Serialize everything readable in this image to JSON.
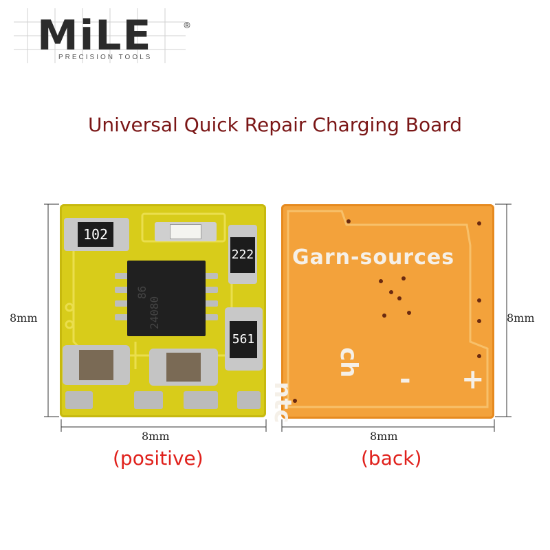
{
  "logo": {
    "name": "MiLE",
    "tagline": "PRECISION   TOOLS",
    "registered": "®"
  },
  "title": "Universal Quick Repair Charging Board",
  "dimensions": {
    "front_height": "8mm",
    "front_width": "8mm",
    "back_width": "8mm",
    "back_height": "8mm"
  },
  "captions": {
    "front": "(positive)",
    "back": "(back)"
  },
  "front_board": {
    "resistor_top": "102",
    "resistor_right": "222",
    "resistor_bottom": "561",
    "chip_line1": "86",
    "chip_line2": "24080"
  },
  "back_board": {
    "silkscreen_brand": "Garn-sources",
    "label_ntc": "ntc",
    "label_ch": "ch",
    "label_minus": "-",
    "label_plus": "+"
  },
  "colors": {
    "title": "#7a1616",
    "caption": "#e0201b",
    "front_board": "#d8cc1a",
    "back_board": "#f3a23b"
  }
}
